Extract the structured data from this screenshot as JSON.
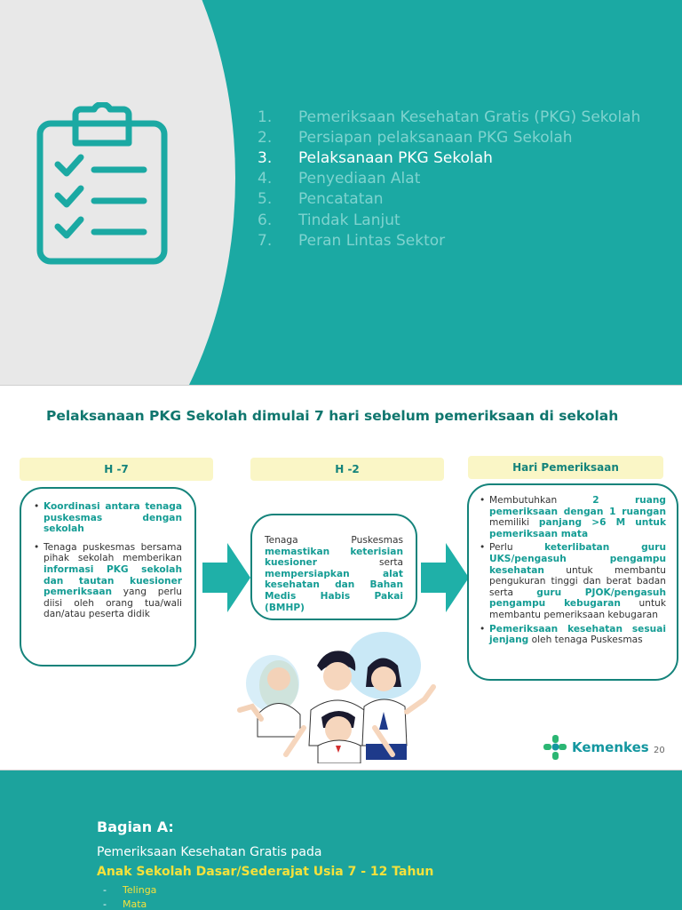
{
  "slide1": {
    "agenda": [
      {
        "num": "1.",
        "label": "Pemeriksaan Kesehatan Gratis (PKG) Sekolah"
      },
      {
        "num": "2.",
        "label": "Persiapan pelaksanaan PKG Sekolah"
      },
      {
        "num": "3.",
        "label": "Pelaksanaan PKG Sekolah"
      },
      {
        "num": "4.",
        "label": "Penyediaan Alat"
      },
      {
        "num": "5.",
        "label": "Pencatatan"
      },
      {
        "num": "6.",
        "label": "Tindak Lanjut"
      },
      {
        "num": "7.",
        "label": "Peran Lintas Sektor"
      }
    ],
    "active_index": 2,
    "icon": "clipboard-checklist-icon"
  },
  "slide2": {
    "title": "Pelaksanaan PKG Sekolah dimulai 7 hari sebelum pemeriksaan di sekolah",
    "tags": {
      "h7": "H -7",
      "h2": "H -2",
      "hari": "Hari Pemeriksaan"
    },
    "box_left": {
      "item1": "Koordinasi antara tenaga puskesmas dengan sekolah",
      "item2_a": "Tenaga puskesmas bersama pihak sekolah memberikan ",
      "item2_b": "informasi PKG sekolah dan tautan kuesioner pemeriksaan",
      "item2_c": " yang perlu diisi oleh orang tua/wali dan/atau peserta didik"
    },
    "box_mid": {
      "a": "Tenaga Puskesmas ",
      "b": "memastikan keterisian kuesioner",
      "c": " serta ",
      "d": "mempersiapkan alat kesehatan dan Bahan Medis Habis Pakai (BMHP)"
    },
    "box_right": {
      "i1_a": "Membutuhkan ",
      "i1_b": "2 ruang pemeriksaan dengan 1 ruangan",
      "i1_c": " memiliki ",
      "i1_d": "panjang >6 M untuk pemeriksaan mata",
      "i2_a": "Perlu ",
      "i2_b": "keterlibatan guru UKS/pengasuh pengampu kesehatan",
      "i2_c": " untuk membantu pengukuran tinggi dan berat badan serta ",
      "i2_d": "guru PJOK/pengasuh pengampu kebugaran",
      "i2_e": " untuk membantu pemeriksaan kebugaran",
      "i3_a": "Pemeriksaan kesehatan sesuai jenjang",
      "i3_b": " oleh tenaga Puskesmas"
    },
    "logo_text": "Kemenkes",
    "page_number": "20",
    "colors": {
      "teal": "#14837b",
      "tag_bg": "#faf6c6",
      "highlight": "#149c94"
    }
  },
  "slide3": {
    "title": "Bagian A:",
    "subtitle": "Pemeriksaan Kesehatan Gratis pada",
    "highlight": "Anak Sekolah Dasar/Sederajat Usia 7 - 12 Tahun",
    "items": [
      {
        "dash": "-",
        "label": "Telinga"
      },
      {
        "dash": "-",
        "label": "Mata"
      }
    ],
    "colors": {
      "bg": "#1ca39d",
      "yellow": "#f5e13b"
    }
  }
}
